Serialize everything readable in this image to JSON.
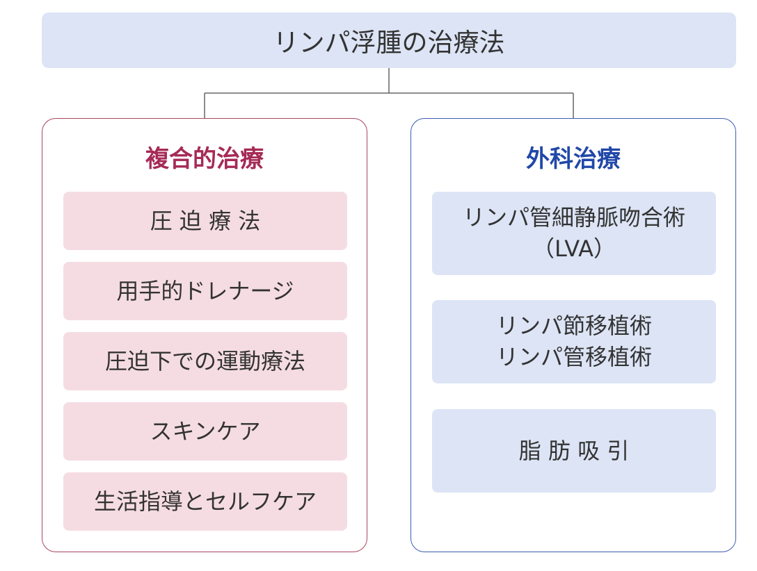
{
  "title": "リンパ浮腫の治療法",
  "left_panel": {
    "heading": "複合的治療",
    "items": [
      {
        "label": "圧 迫 療 法"
      },
      {
        "label": "用手的ドレナージ"
      },
      {
        "label": "圧迫下での運動療法"
      },
      {
        "label": "スキンケア"
      },
      {
        "label": "生活指導とセルフケア"
      }
    ]
  },
  "right_panel": {
    "heading": "外科治療",
    "items": [
      {
        "line1": "リンパ管細静脈吻合術",
        "line2": "（LVA）"
      },
      {
        "line1": "リンパ節移植術",
        "line2": "リンパ管移植術"
      },
      {
        "line1": "脂 肪 吸 引"
      }
    ]
  },
  "colors": {
    "title_bg": "#dce4f5",
    "left_accent": "#a52a55",
    "left_item_bg": "#f5dce3",
    "right_accent": "#2148a8",
    "right_item_bg": "#dce4f5",
    "connector": "#666666"
  }
}
